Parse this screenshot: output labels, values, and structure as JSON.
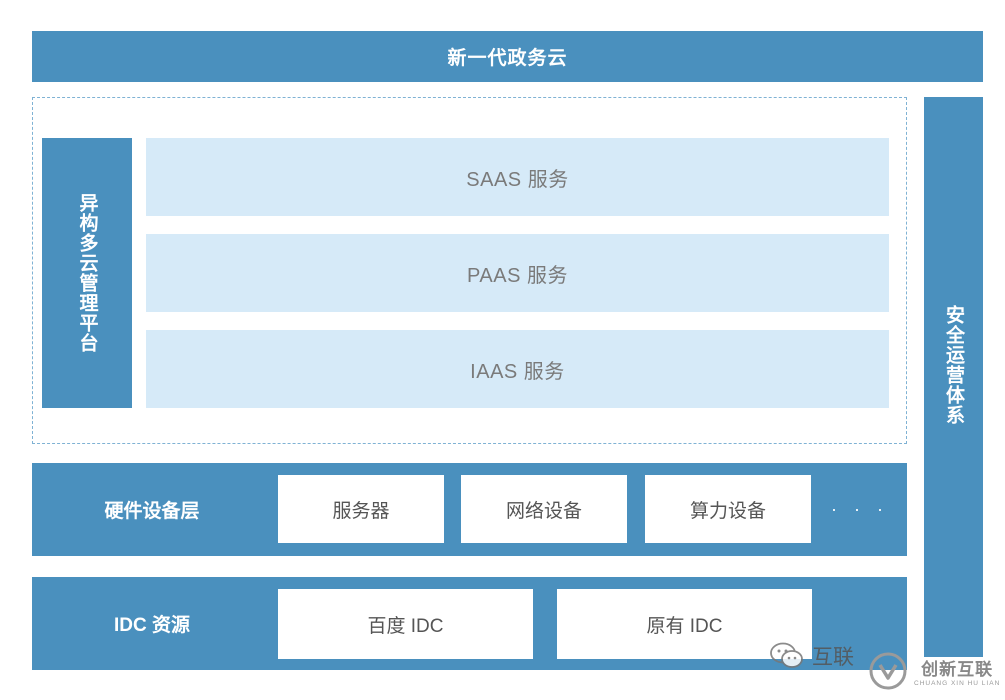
{
  "top_banner": "新一代政务云",
  "management_platform": "异构多云管理平台",
  "services": {
    "saas": "SAAS 服务",
    "paas": "PAAS 服务",
    "iaas": "IAAS 服务"
  },
  "security_system": "安全运营体系",
  "hardware_layer": {
    "label": "硬件设备层",
    "items": [
      "服务器",
      "网络设备",
      "算力设备"
    ],
    "more": "· · ·"
  },
  "idc_layer": {
    "label": "IDC 资源",
    "items": [
      "百度 IDC",
      "原有 IDC"
    ]
  },
  "watermark": {
    "account": "互联",
    "logo_name": "创新互联",
    "logo_pinyin": "CHUANG XIN HU LIAN",
    "icon": "wechat-icon"
  },
  "colors": {
    "primary_blue": "#4a90be",
    "light_blue": "#d6eaf8",
    "dashed_border": "#7fb2d4"
  }
}
